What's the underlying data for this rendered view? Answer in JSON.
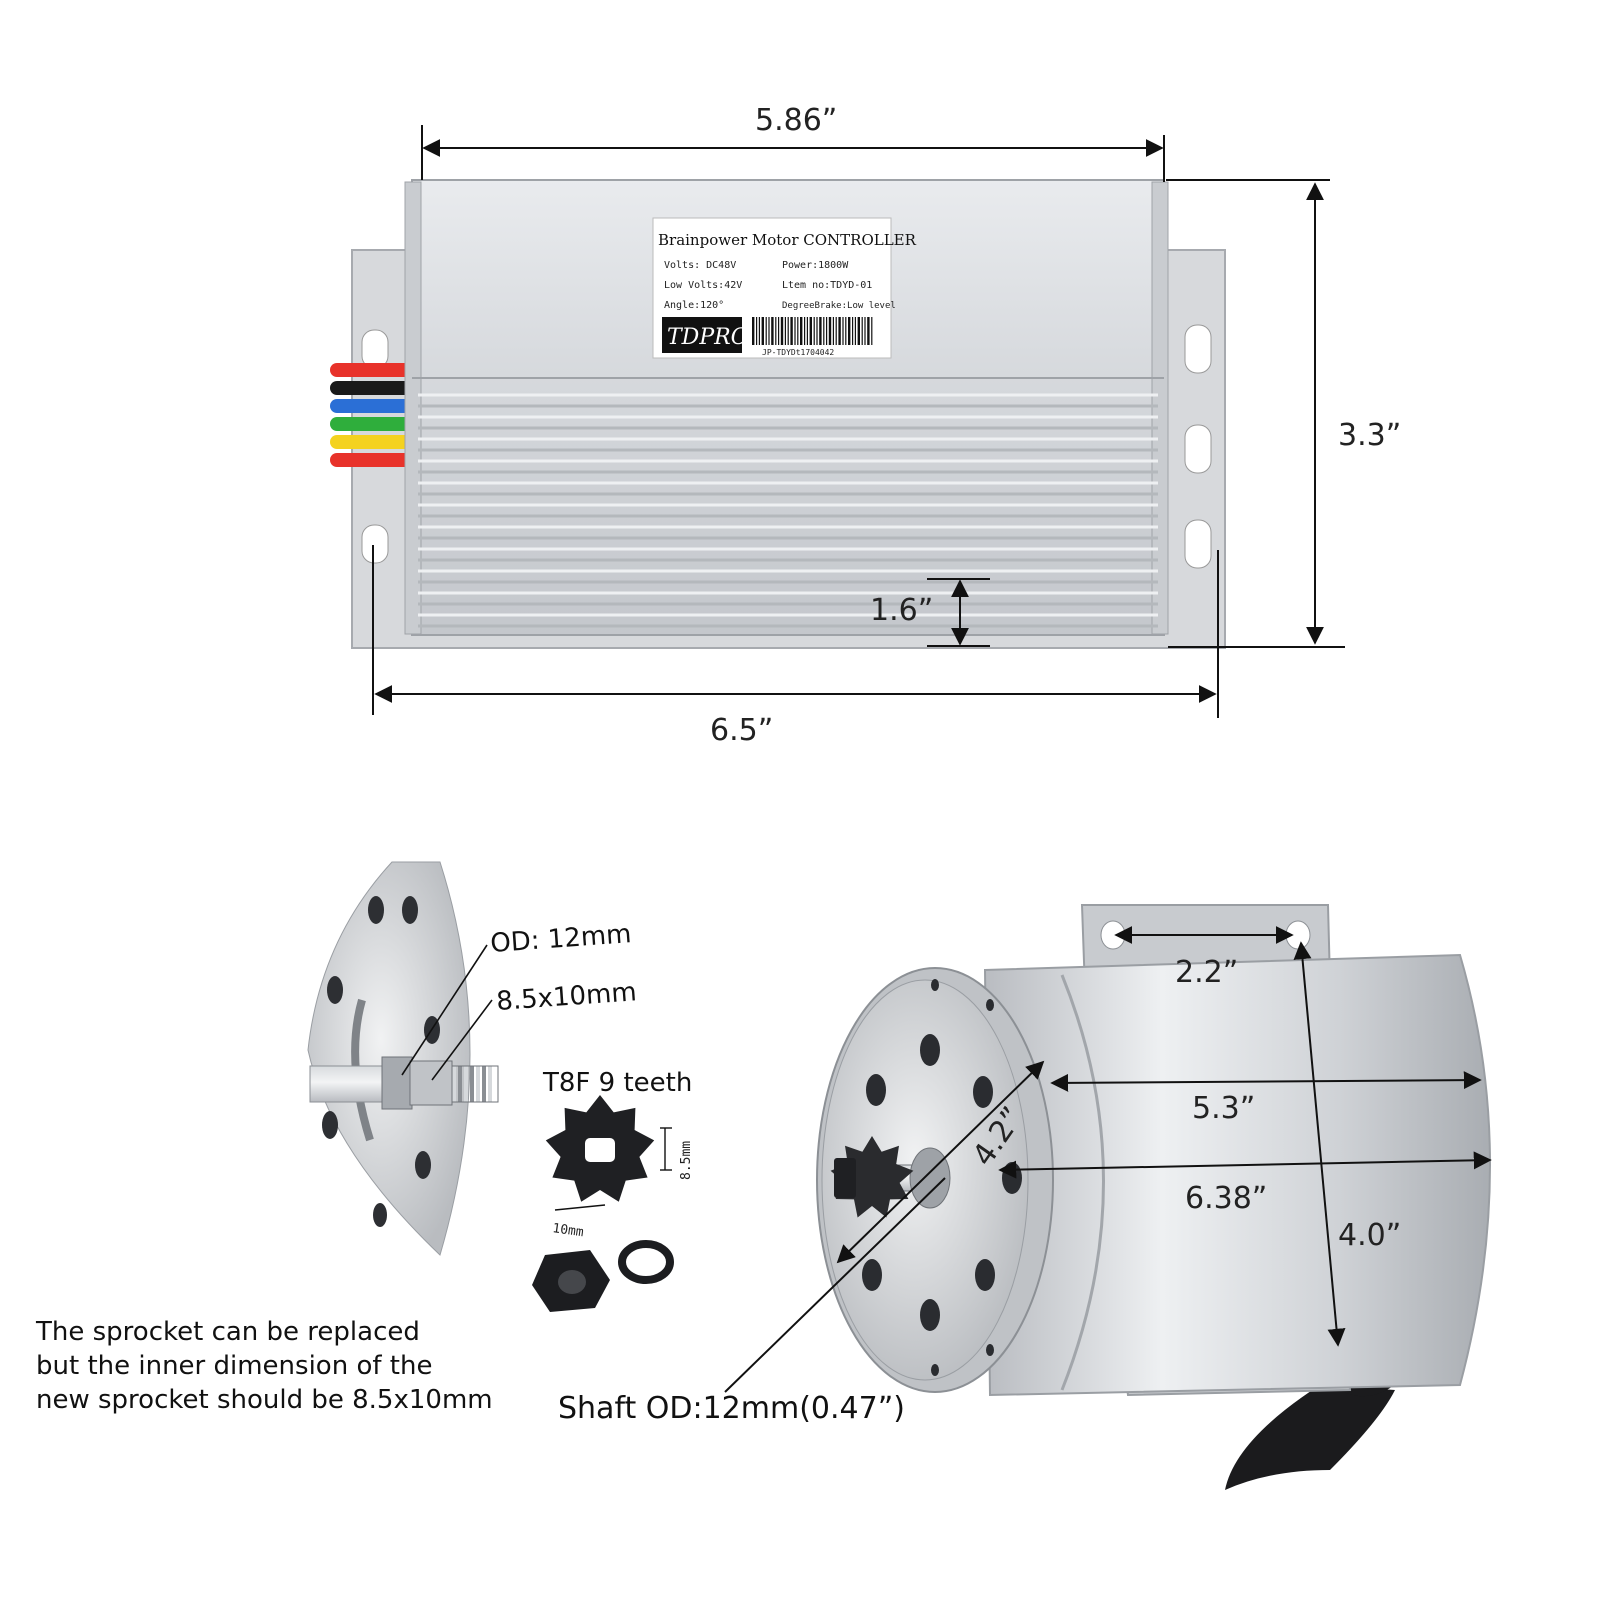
{
  "controller": {
    "dims": {
      "width_top": "5.86”",
      "width_bottom": "6.5”",
      "height": "3.3”",
      "fin_height": "1.6”"
    },
    "label": {
      "title": "Brainpower Motor CONTROLLER",
      "volts": "Volts: DC48V",
      "low_volts": "Low Volts:42V",
      "angle": "Angle:120°",
      "power": "Power:1800W",
      "item_no": "Ltem no:TDYD-01",
      "degree_brake": "DegreeBrake:Low level",
      "brand": "TDPRO",
      "serial": "JP-TDYDt1704042"
    },
    "wire_colors": [
      "#e8322a",
      "#1a1a1a",
      "#2b6fd6",
      "#2fae3c",
      "#f4d21f",
      "#e8322a"
    ]
  },
  "shaft_detail": {
    "od_label": "OD: 12mm",
    "inner_label": "8.5x10mm",
    "sprocket_title": "T8F 9 teeth",
    "sprocket_h": "8.5mm",
    "sprocket_w": "10mm",
    "note_lines": [
      "The sprocket can be replaced",
      "but the inner dimension of the",
      "new sprocket should be 8.5x10mm"
    ]
  },
  "motor": {
    "dims": {
      "mount_spacing": "2.2”",
      "body_length": "5.3”",
      "diameter": "4.2”",
      "overall_length": "6.38”",
      "mount_height": "4.0”"
    },
    "shaft_label": "Shaft OD:12mm(0.47”)"
  }
}
